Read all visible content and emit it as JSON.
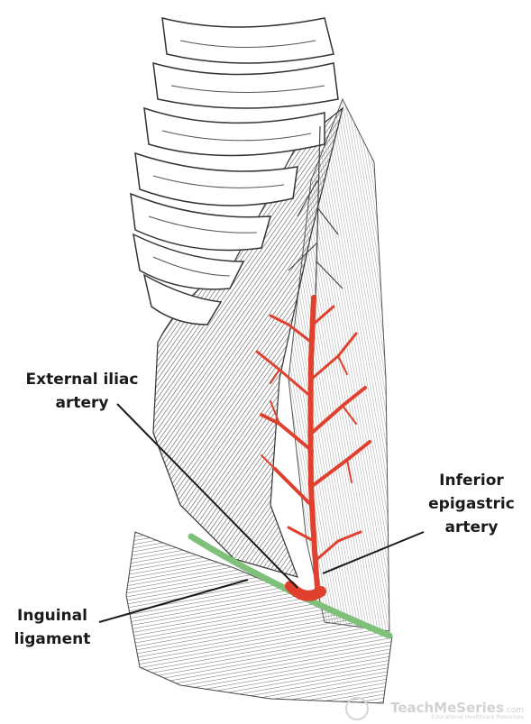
{
  "labels": {
    "external_iliac": [
      "External iliac",
      "artery"
    ],
    "inferior_epigastric": [
      "Inferior",
      "epigastric",
      "artery"
    ],
    "inguinal": [
      "Inguinal",
      "ligament"
    ]
  },
  "watermark": {
    "brand": "TeachMeSeries",
    "suffix": ".com",
    "tagline": "Educational Healthcare Resources"
  },
  "colors": {
    "artery": "#e0402e",
    "ligament": "#7fc07a",
    "muscle": "#3a3a3a",
    "background": "#ffffff",
    "label_text": "#1a1a1a",
    "leader_line": "#1a1a1a"
  }
}
